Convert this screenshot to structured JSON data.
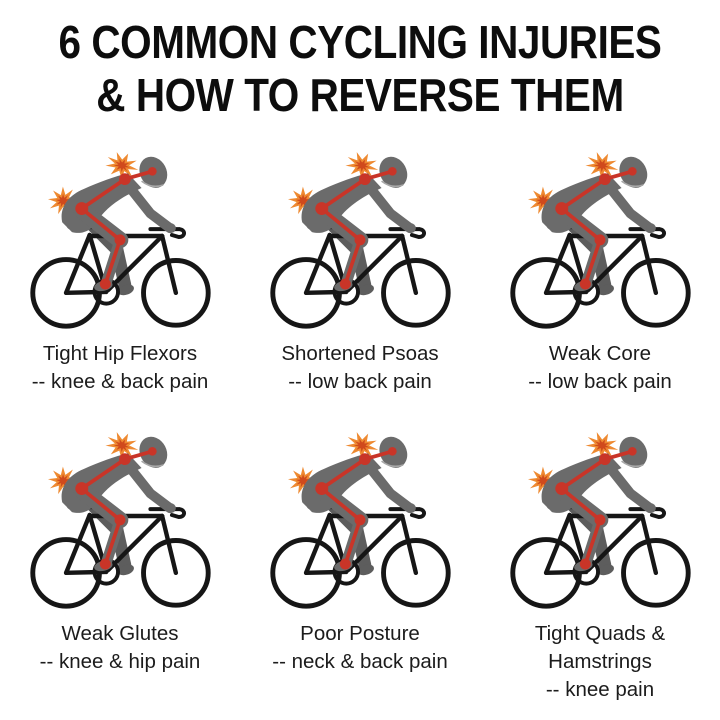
{
  "title": {
    "line1": "6 COMMON CYCLING INJURIES",
    "line2": "& HOW TO REVERSE THEM"
  },
  "cards": [
    {
      "injury": "Tight Hip Flexors",
      "result": "-- knee & back pain"
    },
    {
      "injury": "Shortened Psoas",
      "result": "-- low back pain"
    },
    {
      "injury": "Weak Core",
      "result": "-- low back pain"
    },
    {
      "injury": "Weak Glutes",
      "result": "-- knee & hip pain"
    },
    {
      "injury": "Poor Posture",
      "result": "-- neck & back pain"
    },
    {
      "injury": "Tight Quads & Hamstrings",
      "result": "-- knee pain"
    }
  ],
  "illustration": {
    "icon": "cyclist-with-pain-points-icon",
    "pain_points": [
      "head",
      "shoulder",
      "hip",
      "knee",
      "foot"
    ],
    "flare_points": [
      "upper-back",
      "lower-back"
    ],
    "colors": {
      "rider_body": "#6b6b6b",
      "rider_far_limb": "#5d5d5d",
      "bike_frame": "#161616",
      "pain_red": "#c93528",
      "flare_orange": "#ee8a31",
      "flare_core": "#d04a1c",
      "title_text": "#0d0d0d",
      "label_text": "#1c1c1c",
      "background": "#ffffff"
    }
  }
}
